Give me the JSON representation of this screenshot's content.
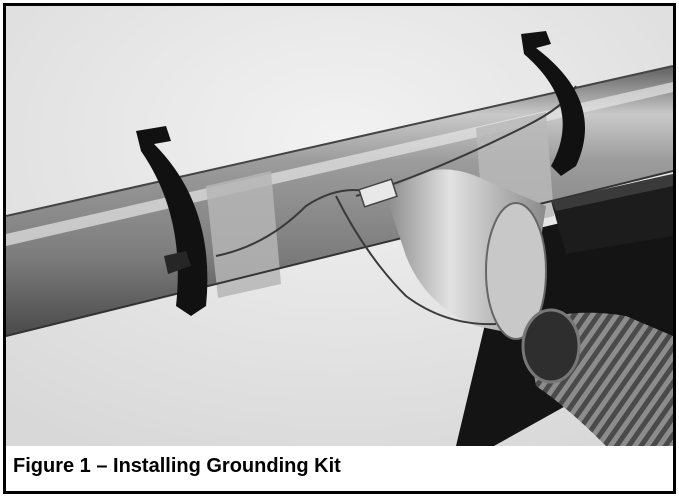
{
  "figure": {
    "caption": "Figure 1 – Installing Grounding Kit"
  },
  "colors": {
    "frame": "#000000",
    "background": "#ffffff",
    "pipe": "#9a9a9a",
    "clamp": "#111111"
  },
  "illustration": {
    "depicts": [
      "main-duct-pipe",
      "branch-fitting",
      "grounding-wire",
      "pipe-clamp",
      "flexible-hose",
      "machine-port-plate"
    ]
  }
}
